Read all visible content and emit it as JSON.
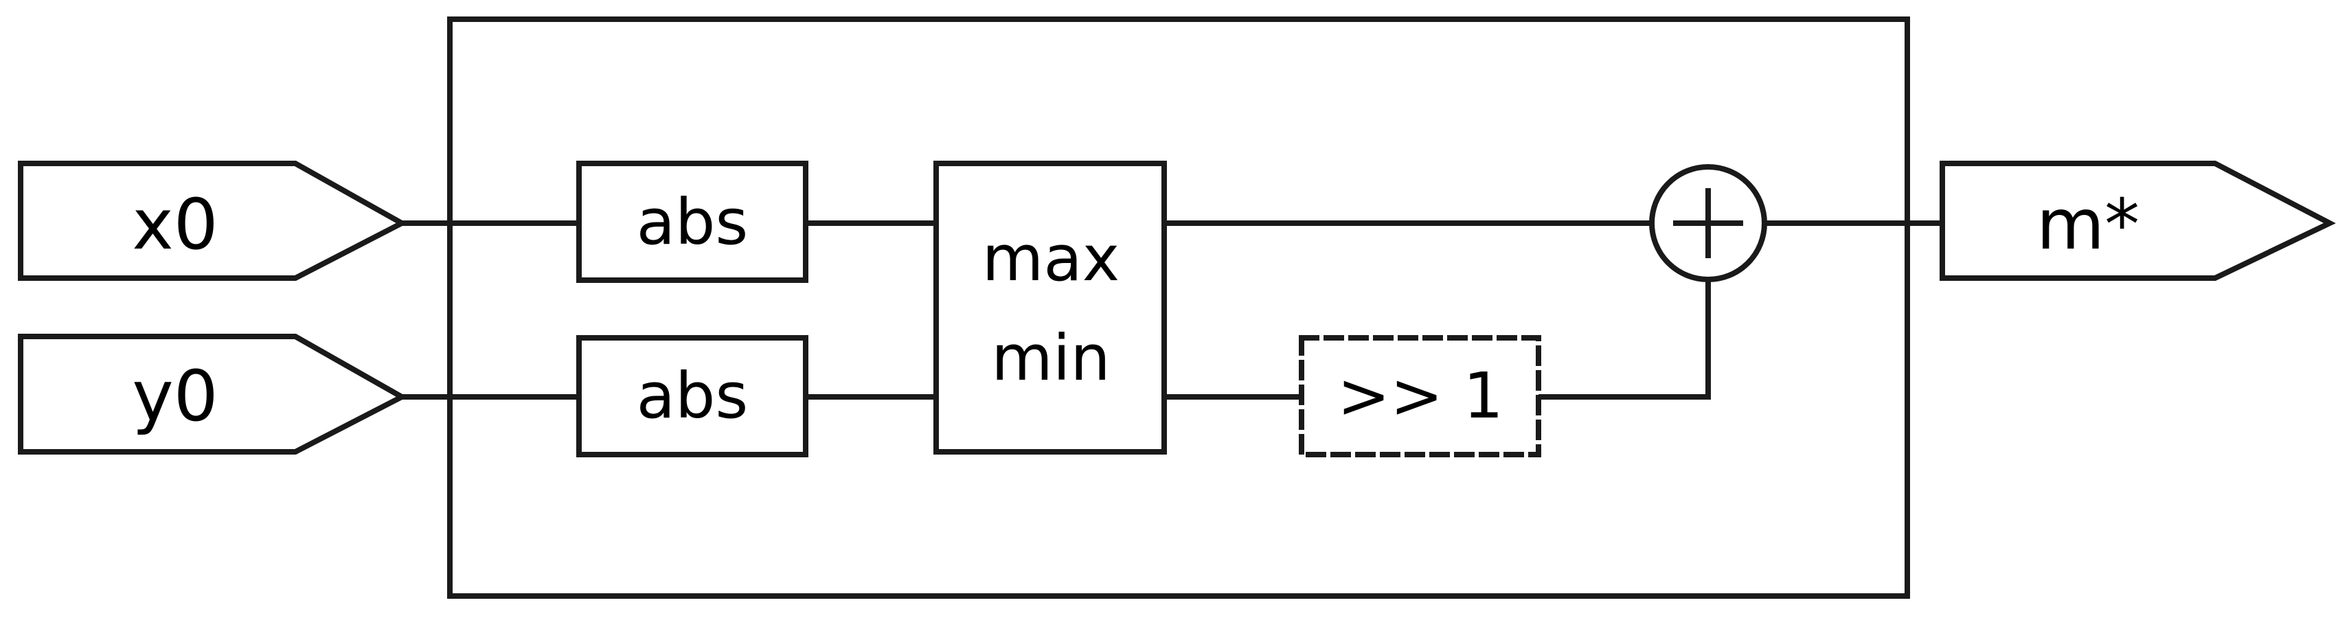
{
  "inputs": {
    "x0": "x0",
    "y0": "y0"
  },
  "output": {
    "m": "m*"
  },
  "blocks": {
    "abs_top": "abs",
    "abs_bottom": "abs",
    "max_label": "max",
    "min_label": "min",
    "shift": ">> 1",
    "adder_symbol": "+"
  },
  "colors": {
    "stroke": "#1a1a1a",
    "fill": "#ffffff",
    "text": "#000000"
  }
}
